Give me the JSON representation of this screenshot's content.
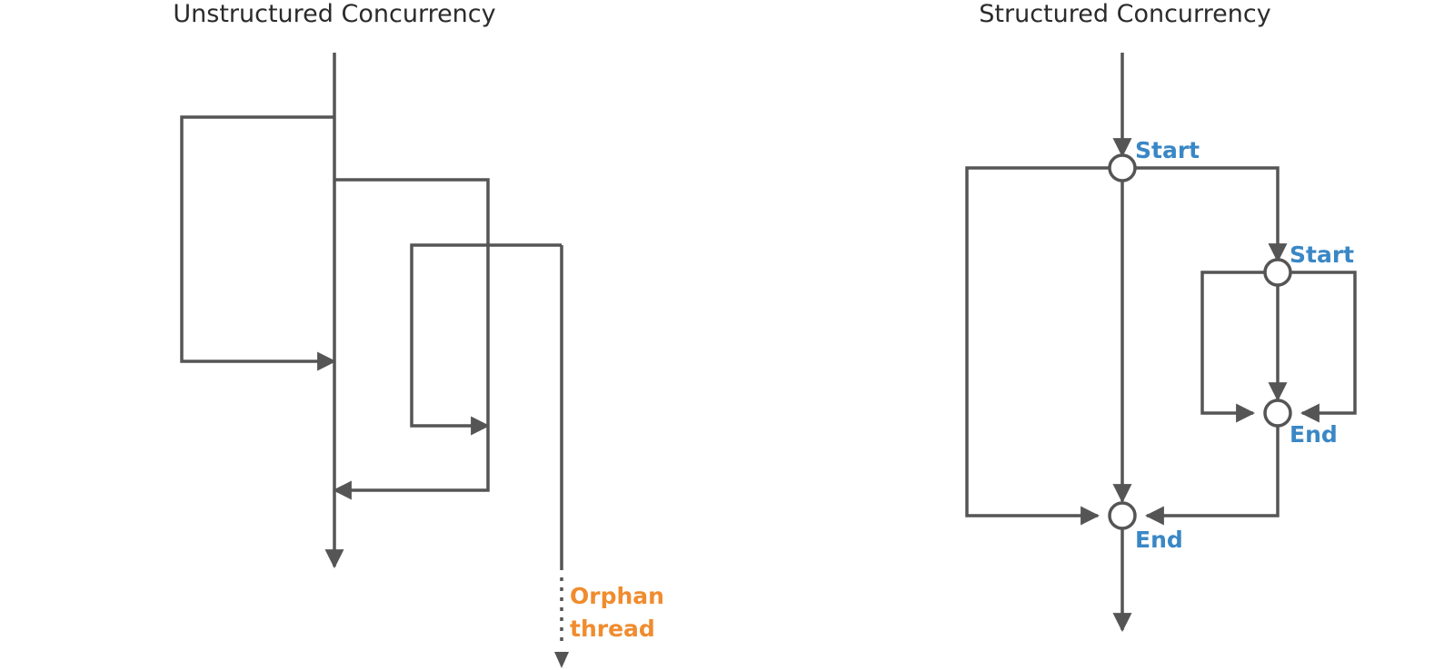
{
  "panels": {
    "left": {
      "title": "Unstructured Concurrency",
      "orphan_label_line1": "Orphan",
      "orphan_label_line2": "thread"
    },
    "right": {
      "title": "Structured Concurrency",
      "outer_start_label": "Start",
      "inner_start_label": "Start",
      "inner_end_label": "End",
      "outer_end_label": "End"
    }
  },
  "colors": {
    "line": "#555555",
    "title_text": "#2b2b2b",
    "node_label": "#3a87c6",
    "orphan_label": "#f08c2e",
    "background": "#ffffff"
  }
}
